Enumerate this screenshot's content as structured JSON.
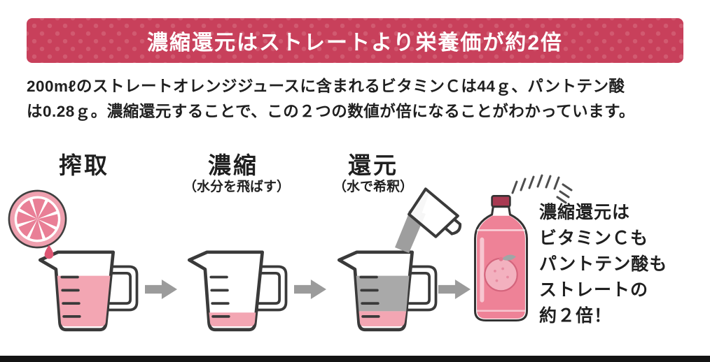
{
  "banner": {
    "title": "濃縮還元はストレートより栄養価が約2倍",
    "bg_color": "#c8405b",
    "dot_color": "#d15a70",
    "text_color": "#ffffff"
  },
  "intro": {
    "line1": "200mℓのストレートオレンジジュースに含まれるビタミンＣは44ｇ、パントテン酸",
    "line2": "は0.28ｇ。濃縮還元することで、この２つの数値が倍になることがわかっています。"
  },
  "process": {
    "stages": [
      {
        "label": "搾取",
        "sublabel": ""
      },
      {
        "label": "濃縮",
        "sublabel": "（水分を飛ばす）"
      },
      {
        "label": "還元",
        "sublabel": "（水で希釈）"
      }
    ]
  },
  "callout": {
    "lines": [
      "濃縮還元は",
      "ビタミンＣも",
      "パントテン酸も",
      "ストレートの",
      "約２倍！"
    ]
  },
  "colors": {
    "juice_pink": "#f3a6b3",
    "water_gray": "#a9a9a9",
    "arrow_gray": "#9b9b9b",
    "bottle_pink": "#ee8297",
    "cap_red": "#a83a52",
    "outline_dark": "#3a3a3a",
    "footer_black": "#141414"
  }
}
